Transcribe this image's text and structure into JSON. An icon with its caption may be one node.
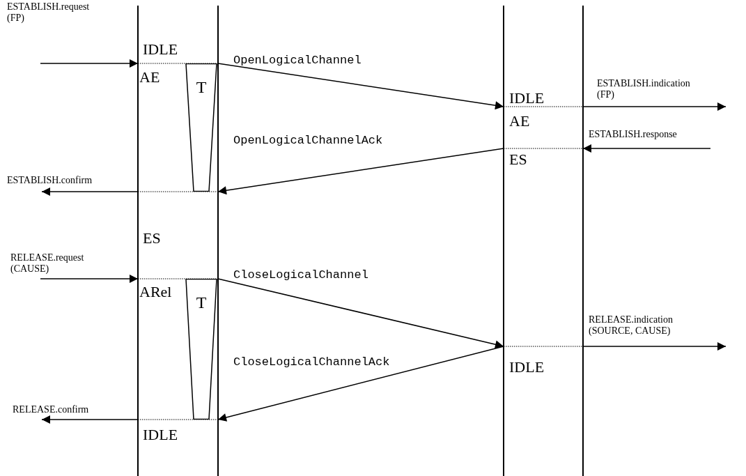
{
  "diagram": {
    "nodes": [
      {
        "text": [],
        "shape": "bar"
      },
      {
        "text": [],
        "shape": "bar"
      },
      {
        "text": [],
        "shape": "bar"
      },
      {
        "text": [],
        "shape": "bar"
      },
      {
        "text": [
          "T"
        ]
      },
      {
        "text": [
          "T"
        ]
      }
    ],
    "edges": [
      {
        "from": null,
        "to": 0,
        "arrow": "to",
        "label": "ESTABLISH.request (FP)"
      },
      {
        "from": 1,
        "to": 2,
        "arrow": "to",
        "label": "OpenLogicalChannel"
      },
      {
        "from": 3,
        "to": null,
        "arrow": "to",
        "label": "ESTABLISH.indication (FP)"
      },
      {
        "from": null,
        "to": 3,
        "arrow": "to",
        "label": "ESTABLISH.response"
      },
      {
        "from": 2,
        "to": 1,
        "arrow": "to",
        "label": "OpenLogicalChannelAck"
      },
      {
        "from": 0,
        "to": null,
        "arrow": "to",
        "label": "ESTABLISH.confirm"
      },
      {
        "from": null,
        "to": 0,
        "arrow": "to",
        "label": "RELEASE.request (CAUSE)"
      },
      {
        "from": 1,
        "to": 2,
        "arrow": "to",
        "label": "CloseLogicalChannel"
      },
      {
        "from": 3,
        "to": null,
        "arrow": "to",
        "label": "RELEASE.indication (SOURCE, CAUSE)"
      },
      {
        "from": 2,
        "to": 1,
        "arrow": "to",
        "label": "CloseLogicalChannelAck"
      },
      {
        "from": 0,
        "to": null,
        "arrow": "to",
        "label": "RELEASE.confirm"
      },
      {
        "from": 0,
        "to": 1,
        "arrow": "none",
        "style": "dashed"
      },
      {
        "from": 2,
        "to": 3,
        "arrow": "none",
        "style": "dashed"
      },
      {
        "from": 2,
        "to": 3,
        "arrow": "none",
        "style": "dashed"
      },
      {
        "from": 0,
        "to": 1,
        "arrow": "none",
        "style": "dashed"
      },
      {
        "from": 0,
        "to": 1,
        "arrow": "none",
        "style": "dashed"
      },
      {
        "from": 2,
        "to": 3,
        "arrow": "none",
        "style": "dashed"
      },
      {
        "from": 0,
        "to": 1,
        "arrow": "none",
        "style": "dashed"
      }
    ],
    "labels": [
      "IDLE",
      "AE",
      "IDLE",
      "AE",
      "ES",
      "ES",
      "ARel",
      "IDLE",
      "IDLE"
    ]
  }
}
